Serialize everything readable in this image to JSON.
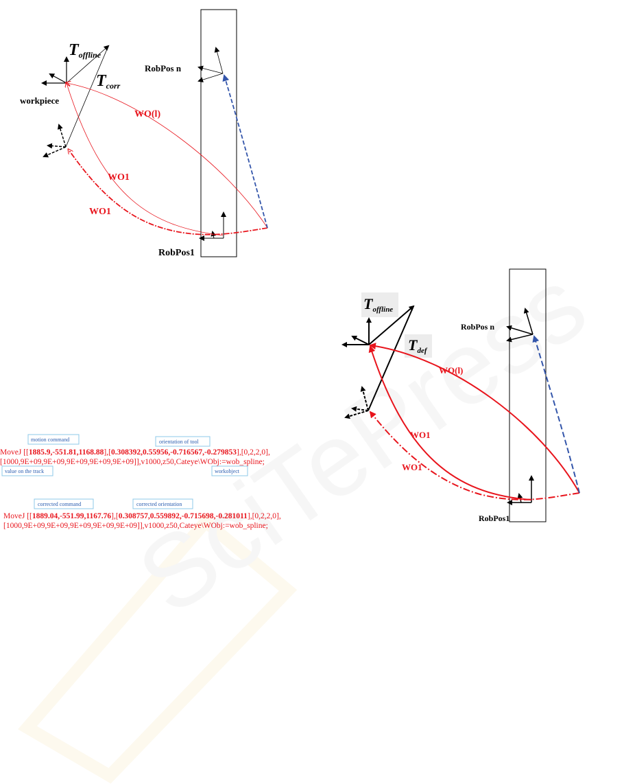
{
  "colors": {
    "red": "#e8141c",
    "blue": "#3355aa",
    "black": "#000000",
    "label_blue": "#2a5db0",
    "box_border": "#8cc8e8"
  },
  "diagram_left": {
    "t_offline": {
      "main": "T",
      "sub": "offline"
    },
    "t_corr": {
      "main": "T",
      "sub": "corr"
    },
    "workpiece": "workpiece",
    "robpos_n": "RobPos n",
    "robpos_1": "RobPos1",
    "wo_l": "WO(l)",
    "wo1_a": "WO1",
    "wo1_b": "WO1"
  },
  "diagram_right": {
    "t_offline": {
      "main": "T",
      "sub": "offline"
    },
    "t_def": {
      "main": "T",
      "sub": "def"
    },
    "robpos_n": "RobPos n",
    "robpos_1": "RobPos1",
    "wo_l": "WO(l)",
    "wo1_a": "WO1",
    "wo1_b": "WO1"
  },
  "code": {
    "original": {
      "line1_prefix": "MoveJ [[",
      "position": "1885.9,-551.81,1168.88",
      "mid1": "],[",
      "orientation": "0.308392,0.55956,-0.716567,-0.279853",
      "line1_suffix": "],[0,2,2,0],",
      "line2": "[1000,9E+09,9E+09,9E+09,9E+09,9E+09]],v1000,z50,Cateye\\WObj:=wob_spline;"
    },
    "corrected": {
      "line1_prefix": "MoveJ [[",
      "position": "1889.04,-551.99,1167.76",
      "mid1": "],[",
      "orientation": "0.308757,0.559892,-0.715698,-0.281011",
      "line1_suffix": "],[0,2,2,0],",
      "line2": "[1000,9E+09,9E+09,9E+09,9E+09,9E+09]],v1000,z50,Cateye\\WObj:=wob_spline;"
    },
    "annotations": {
      "motion_command": "motion command",
      "orientation_of_tool": "orientation of tool",
      "value_on_track": "value on the track",
      "workobject": "workobject",
      "corrected_command": "corrected command",
      "corrected_orientation": "corrected orientation"
    }
  }
}
